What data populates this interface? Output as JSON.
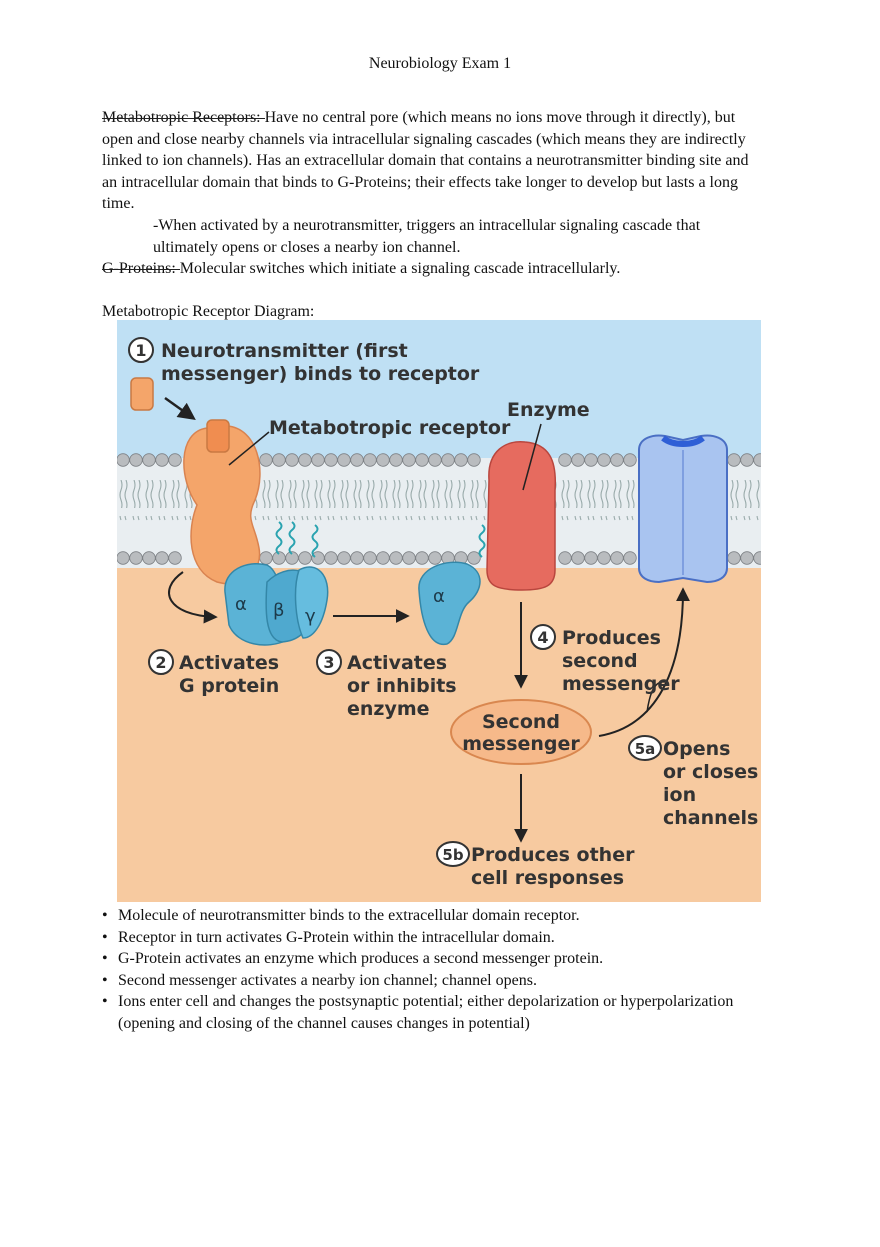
{
  "header": {
    "title": "Neurobiology Exam 1"
  },
  "metabotropic": {
    "term": "Metabotropic Receptors: ",
    "definition": "Have no central pore (which means no ions move through it directly), but open and close nearby channels via intracellular signaling cascades (which means they are indirectly linked to ion channels). Has an extracellular domain that contains a neurotransmitter binding site and an intracellular domain that binds to G-Proteins; their effects take longer to develop but lasts a long time.",
    "activation_note": "-When activated by a neurotransmitter, triggers an intracellular signaling cascade that ultimately opens or closes a nearby ion channel."
  },
  "gproteins": {
    "term": "G-Proteins: ",
    "definition": "Molecular switches which initiate a signaling cascade intracellularly."
  },
  "diagram": {
    "heading": "Metabotropic Receptor Diagram:",
    "labels": {
      "step1_num": "1",
      "step1_line1": "Neurotransmitter (first",
      "step1_line2": "messenger) binds to receptor",
      "metabotropic_receptor": "Metabotropic receptor",
      "enzyme": "Enzyme",
      "alpha": "α",
      "beta": "β",
      "gamma": "γ",
      "step2_num": "2",
      "step2_line1": "Activates",
      "step2_line2": "G protein",
      "step3_num": "3",
      "step3_line1": "Activates",
      "step3_line2": "or inhibits",
      "step3_line3": "enzyme",
      "step4_num": "4",
      "step4_line1": "Produces",
      "step4_line2": "second",
      "step4_line3": "messenger",
      "second_messenger_line1": "Second",
      "second_messenger_line2": "messenger",
      "step5a_num": "5a",
      "step5a_line1": "Opens",
      "step5a_line2": "or closes",
      "step5a_line3": "ion",
      "step5a_line4": "channels",
      "step5b_num": "5b",
      "step5b_line1": "Produces other",
      "step5b_line2": "cell responses"
    },
    "colors": {
      "extracellular": "#bfe0f4",
      "intracellular": "#f7caa0",
      "receptor": "#f4a56a",
      "gprotein": "#5bb3d6",
      "enzyme": "#e66b5f",
      "channel": "#a9c4f0"
    }
  },
  "bullets": [
    "Molecule of neurotransmitter binds to the extracellular domain receptor.",
    "Receptor in turn activates G-Protein within the intracellular domain.",
    "G-Protein activates an enzyme which produces a second messenger protein.",
    "Second messenger activates a nearby ion channel; channel opens.",
    "Ions enter cell and changes the postsynaptic potential; either depolarization or hyperpolarization (opening and closing of the channel causes changes in potential)"
  ],
  "bullet_glyph": "•"
}
